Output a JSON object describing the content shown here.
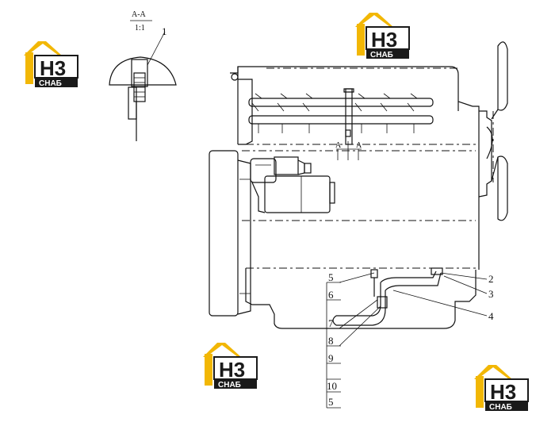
{
  "section": {
    "title": "A-A",
    "scale": "1:1"
  },
  "section_markers": [
    "A",
    "A"
  ],
  "callouts": {
    "section_view": "1",
    "right": [
      "2",
      "3",
      "4"
    ],
    "left": [
      "5",
      "6",
      "7",
      "8",
      "9",
      "10",
      "5"
    ]
  },
  "watermark": {
    "mark": "H3",
    "text": "CHAБ",
    "colors": {
      "roof": "#f2b705",
      "box": "#1a1a1a",
      "text": "#ffffff"
    }
  }
}
